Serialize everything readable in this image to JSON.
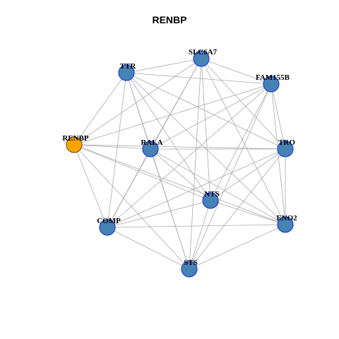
{
  "title": "RENBP",
  "colors": {
    "node": "#4682b4",
    "hub": "#ffa500",
    "edge": "#aaaaaa"
  },
  "nodes": [
    {
      "id": "SLC6A7",
      "label": "SLC6A7",
      "hub": false
    },
    {
      "id": "TTR",
      "label": "TTR",
      "hub": false
    },
    {
      "id": "FAM155B",
      "label": "FAM155B",
      "hub": false
    },
    {
      "id": "RENBP",
      "label": "RENBP",
      "hub": true
    },
    {
      "id": "RALA",
      "label": "RALA",
      "hub": false
    },
    {
      "id": "TRO",
      "label": "TRO",
      "hub": false
    },
    {
      "id": "NTS",
      "label": "NTS",
      "hub": false
    },
    {
      "id": "ENO2",
      "label": "ENO2",
      "hub": false
    },
    {
      "id": "COMP",
      "label": "COMP",
      "hub": false
    },
    {
      "id": "STS",
      "label": "STS",
      "hub": false
    }
  ],
  "edges": [
    [
      "RENBP",
      "TTR"
    ],
    [
      "RENBP",
      "SLC6A7"
    ],
    [
      "RENBP",
      "FAM155B"
    ],
    [
      "RENBP",
      "RALA"
    ],
    [
      "RENBP",
      "TRO"
    ],
    [
      "RENBP",
      "NTS"
    ],
    [
      "RENBP",
      "ENO2"
    ],
    [
      "RENBP",
      "COMP"
    ],
    [
      "RENBP",
      "STS"
    ],
    [
      "TTR",
      "SLC6A7"
    ],
    [
      "TTR",
      "FAM155B"
    ],
    [
      "TTR",
      "RALA"
    ],
    [
      "TTR",
      "TRO"
    ],
    [
      "TTR",
      "NTS"
    ],
    [
      "TTR",
      "ENO2"
    ],
    [
      "TTR",
      "COMP"
    ],
    [
      "TTR",
      "STS"
    ],
    [
      "SLC6A7",
      "FAM155B"
    ],
    [
      "SLC6A7",
      "RALA"
    ],
    [
      "SLC6A7",
      "TRO"
    ],
    [
      "SLC6A7",
      "NTS"
    ],
    [
      "SLC6A7",
      "ENO2"
    ],
    [
      "SLC6A7",
      "COMP"
    ],
    [
      "SLC6A7",
      "STS"
    ],
    [
      "FAM155B",
      "RALA"
    ],
    [
      "FAM155B",
      "TRO"
    ],
    [
      "FAM155B",
      "NTS"
    ],
    [
      "FAM155B",
      "ENO2"
    ],
    [
      "FAM155B",
      "COMP"
    ],
    [
      "FAM155B",
      "STS"
    ],
    [
      "RALA",
      "TRO"
    ],
    [
      "RALA",
      "NTS"
    ],
    [
      "RALA",
      "ENO2"
    ],
    [
      "RALA",
      "COMP"
    ],
    [
      "RALA",
      "STS"
    ],
    [
      "TRO",
      "NTS"
    ],
    [
      "TRO",
      "ENO2"
    ],
    [
      "TRO",
      "COMP"
    ],
    [
      "TRO",
      "STS"
    ],
    [
      "NTS",
      "ENO2"
    ],
    [
      "NTS",
      "COMP"
    ],
    [
      "NTS",
      "STS"
    ],
    [
      "ENO2",
      "COMP"
    ],
    [
      "ENO2",
      "STS"
    ],
    [
      "COMP",
      "STS"
    ]
  ]
}
